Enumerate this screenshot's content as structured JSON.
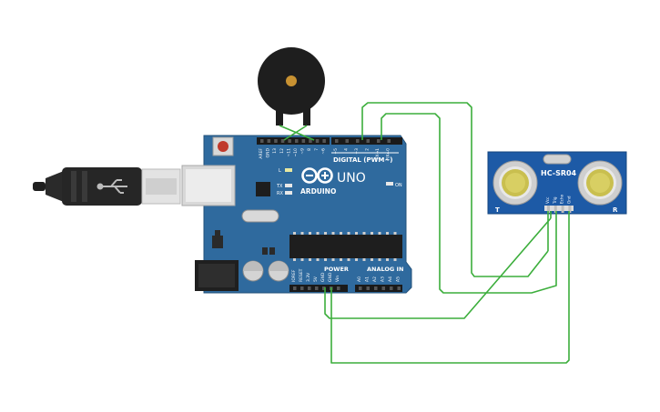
{
  "board": {
    "brand": "ARDUINO",
    "model": "UNO",
    "digital_label": "DIGITAL (PWM~)",
    "power_label": "POWER",
    "analog_label": "ANALOG IN",
    "on_led_label": "ON",
    "led_labels": [
      "L",
      "TX",
      "RX"
    ],
    "top_pins": [
      "AREF",
      "GND",
      "13",
      "12",
      "~11",
      "~10",
      "~9",
      "8",
      "7",
      "~6",
      "~5",
      "4",
      "~3",
      "2",
      "TX→1",
      "RX←0"
    ],
    "power_pins": [
      "IOREF",
      "RESET",
      "3.3V",
      "5V",
      "GND",
      "GND",
      "Vin"
    ],
    "analog_pins": [
      "A0",
      "A1",
      "A2",
      "A3",
      "A4",
      "A5"
    ]
  },
  "sensor": {
    "model": "HC-SR04",
    "pins": [
      "Vcc",
      "Trig",
      "Echo",
      "Gnd"
    ],
    "left_mark": "T",
    "right_mark": "R"
  },
  "colors": {
    "board_blue": "#2f6a9e",
    "sensor_blue": "#1d5aa6",
    "wire_green": "#3cae3c",
    "header_black": "#1a1a1a",
    "buzzer_black": "#1e1e1e",
    "usb_black": "#2a2a2a"
  },
  "components": {
    "buzzer": "piezo-buzzer",
    "cable": "usb-b-cable"
  }
}
